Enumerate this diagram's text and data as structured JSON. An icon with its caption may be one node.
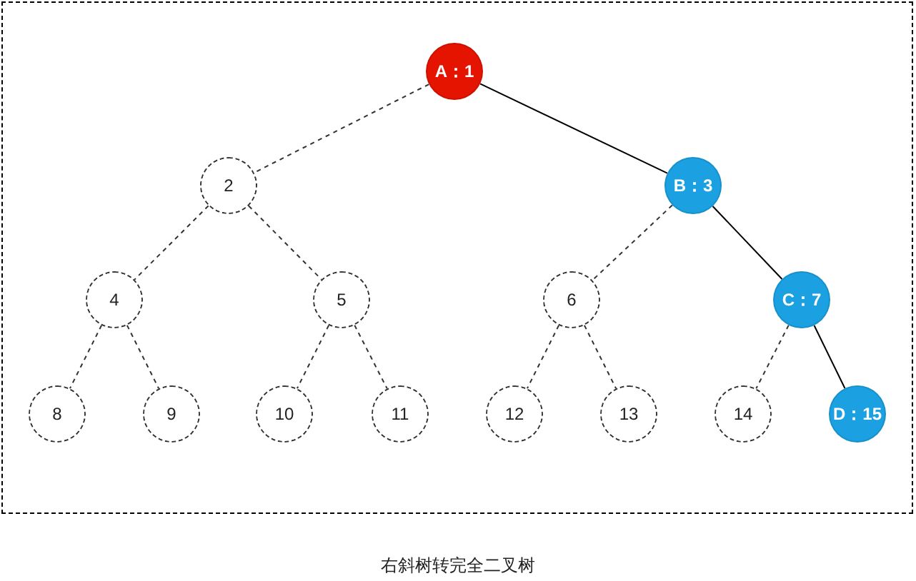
{
  "diagram": {
    "caption": "右斜树转完全二叉树",
    "nodes": [
      {
        "text": [
          "A：1"
        ]
      },
      {
        "text": [
          "2"
        ]
      },
      {
        "text": [
          "B：3"
        ]
      },
      {
        "text": [
          "4"
        ]
      },
      {
        "text": [
          "5"
        ]
      },
      {
        "text": [
          "6"
        ]
      },
      {
        "text": [
          "C：7"
        ]
      },
      {
        "text": [
          "8"
        ]
      },
      {
        "text": [
          "9"
        ]
      },
      {
        "text": [
          "10"
        ]
      },
      {
        "text": [
          "11"
        ]
      },
      {
        "text": [
          "12"
        ]
      },
      {
        "text": [
          "13"
        ]
      },
      {
        "text": [
          "14"
        ]
      },
      {
        "text": [
          "D：15"
        ]
      }
    ],
    "edges": [
      {
        "from": 0,
        "to": 1,
        "arrow": "none",
        "style": "dashed"
      },
      {
        "from": 0,
        "to": 2,
        "arrow": "none"
      },
      {
        "from": 1,
        "to": 3,
        "arrow": "none",
        "style": "dashed"
      },
      {
        "from": 1,
        "to": 4,
        "arrow": "none",
        "style": "dashed"
      },
      {
        "from": 2,
        "to": 5,
        "arrow": "none",
        "style": "dashed"
      },
      {
        "from": 2,
        "to": 6,
        "arrow": "none"
      },
      {
        "from": 3,
        "to": 7,
        "arrow": "none",
        "style": "dashed"
      },
      {
        "from": 3,
        "to": 8,
        "arrow": "none",
        "style": "dashed"
      },
      {
        "from": 4,
        "to": 9,
        "arrow": "none",
        "style": "dashed"
      },
      {
        "from": 4,
        "to": 10,
        "arrow": "none",
        "style": "dashed"
      },
      {
        "from": 5,
        "to": 11,
        "arrow": "none",
        "style": "dashed"
      },
      {
        "from": 5,
        "to": 12,
        "arrow": "none",
        "style": "dashed"
      },
      {
        "from": 6,
        "to": 13,
        "arrow": "none",
        "style": "dashed"
      },
      {
        "from": 6,
        "to": 14,
        "arrow": "none"
      }
    ]
  }
}
